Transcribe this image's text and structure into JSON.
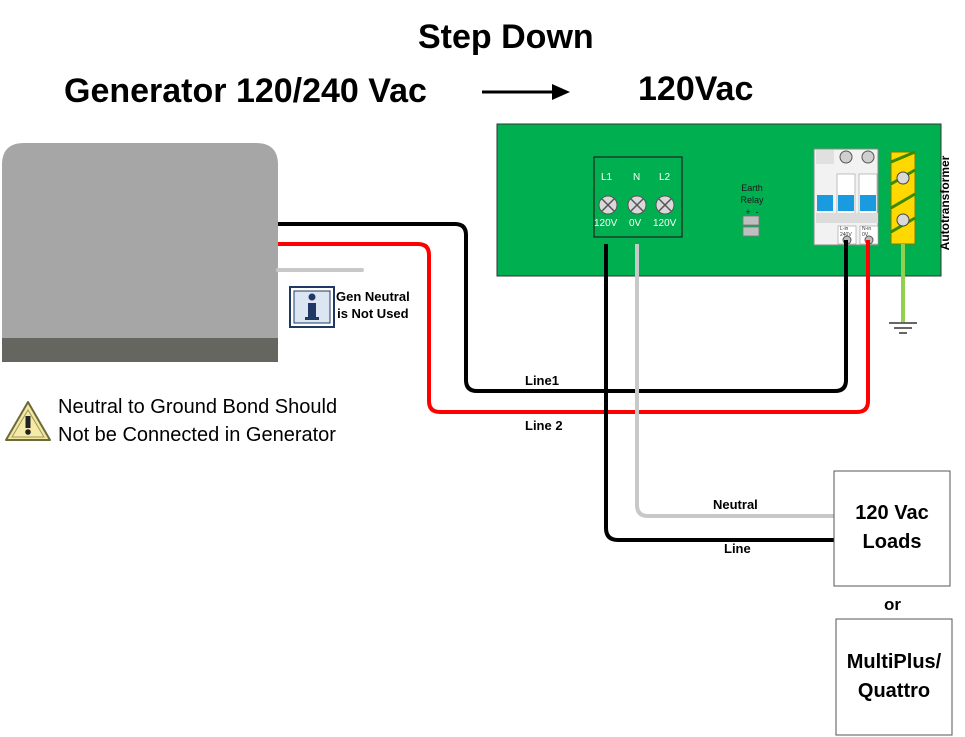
{
  "titles": {
    "step_down": "Step Down",
    "generator": "Generator 120/240 Vac",
    "output": "120Vac"
  },
  "generator_note": {
    "line1": "Gen Neutral",
    "line2": "is Not Used"
  },
  "warning": {
    "line1": "Neutral to Ground Bond Should",
    "line2": "Not be Connected in Generator"
  },
  "terminal_block": {
    "terminals": [
      "L1",
      "N",
      "L2"
    ],
    "voltages": [
      "120V",
      "0V",
      "120V"
    ]
  },
  "earth_relay": {
    "line1": "Earth",
    "line2": "Relay",
    "polarity": "+  -"
  },
  "breaker": {
    "label_left": "L-in\n240V",
    "label_right": "N-in\n0V",
    "side_label": "Autotransformer"
  },
  "wires": {
    "line1": "Line1",
    "line2": "Line 2",
    "neutral": "Neutral",
    "line": "Line"
  },
  "loads": {
    "line1": "120 Vac",
    "line2": "Loads"
  },
  "or_label": "or",
  "multiplus": {
    "line1": "MultiPlus/",
    "line2": "Quattro"
  },
  "colors": {
    "panel_green": "#00b050",
    "wire_black": "#000000",
    "wire_red": "#ff0000",
    "wire_grey": "#c8c8c8",
    "wire_ground": "#92d050",
    "generator_body": "#a6a6a6",
    "generator_base": "#666660"
  }
}
